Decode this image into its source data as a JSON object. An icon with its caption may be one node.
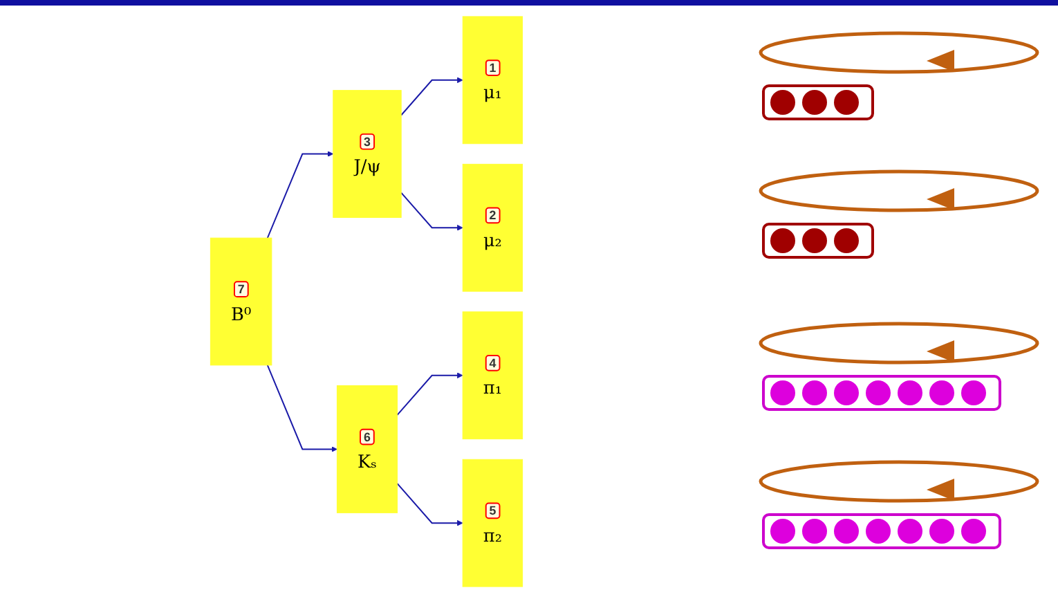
{
  "diagram": {
    "nodes": [
      {
        "text": [
          "7",
          "B⁰"
        ]
      },
      {
        "text": [
          "3",
          "J/ψ"
        ]
      },
      {
        "text": [
          "6",
          "Kₛ"
        ]
      },
      {
        "text": [
          "1",
          "μ₁"
        ]
      },
      {
        "text": [
          "2",
          "μ₂"
        ]
      },
      {
        "text": [
          "4",
          "π₁"
        ]
      },
      {
        "text": [
          "5",
          "π₂"
        ]
      }
    ],
    "edges": [
      {
        "from": 0,
        "to": 1,
        "arrow": "to"
      },
      {
        "from": 0,
        "to": 2,
        "arrow": "to"
      },
      {
        "from": 1,
        "to": 3,
        "arrow": "to"
      },
      {
        "from": 1,
        "to": 4,
        "arrow": "to"
      },
      {
        "from": 2,
        "to": 5,
        "arrow": "to"
      },
      {
        "from": 2,
        "to": 6,
        "arrow": "to"
      }
    ]
  }
}
